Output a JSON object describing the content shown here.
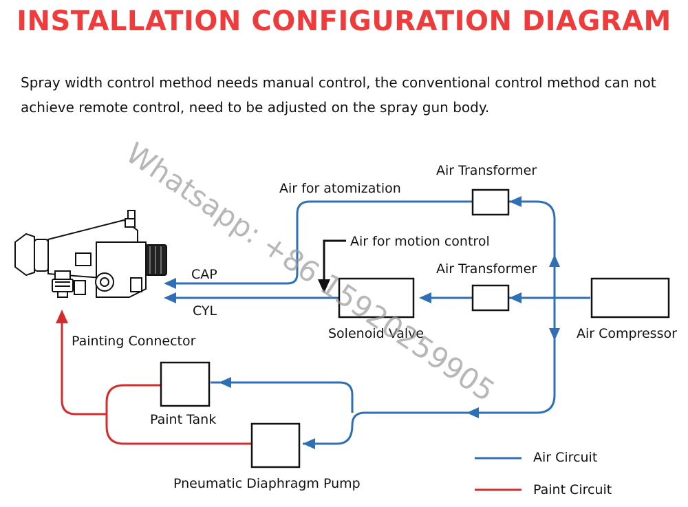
{
  "title": "INSTALLATION CONFIGURATION DIAGRAM",
  "description": "Spray width control method needs manual control, the conventional control method can not achieve remote control, need to be adjusted on the spray gun body.",
  "labels": {
    "air_transformer_top": "Air Transformer",
    "air_transformer_mid": "Air Transformer",
    "air_for_atomization": "Air for atomization",
    "air_for_motion_control": "Air for motion control",
    "cap": "CAP",
    "cyl": "CYL",
    "solenoid_valve": "Solenoid Valve",
    "air_compressor": "Air Compressor",
    "painting_connector": "Painting Connector",
    "paint_tank": "Paint Tank",
    "pneumatic_diaphragm_pump": "Pneumatic Diaphragm Pump"
  },
  "legend": {
    "air_circuit": "Air Circuit",
    "paint_circuit": "Paint Circuit"
  },
  "watermark": "Whatsapp: +86 15920259905",
  "colors": {
    "title": "#ef3b3b",
    "air_circuit": "#2e6fb5",
    "paint_circuit": "#d62b2b",
    "text": "#111111"
  }
}
